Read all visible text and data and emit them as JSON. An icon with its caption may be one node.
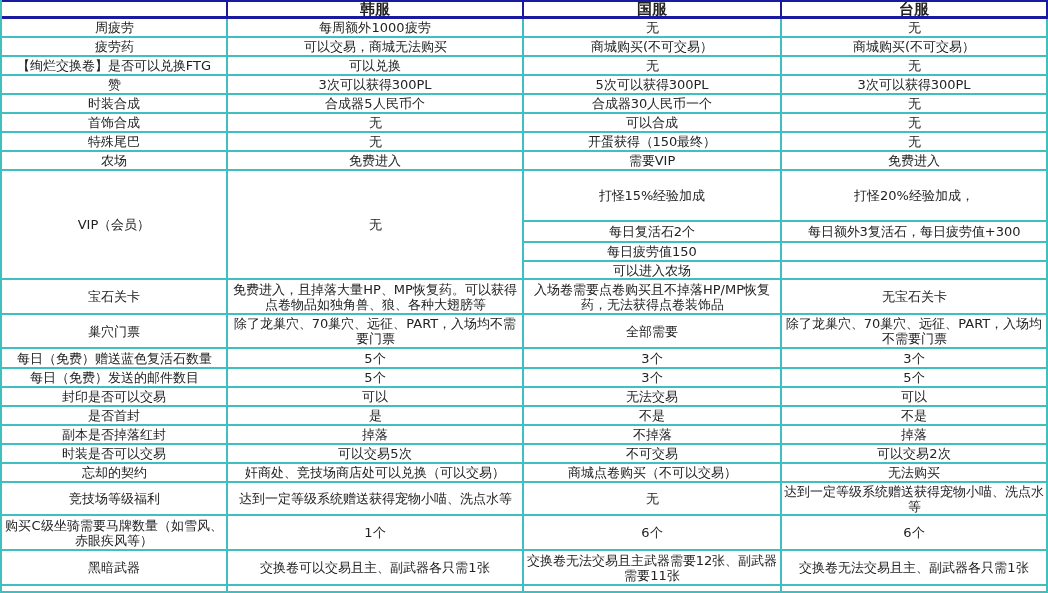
{
  "diagram": {
    "labels": [
      "韩服",
      "国服",
      "台服",
      "周疲劳",
      "每周额外1000疲劳",
      "无",
      "无",
      "疲劳药",
      "可以交易，商城无法购买",
      "商城购买(不可交易）",
      "商城购买(不可交易）",
      "【绚烂交换卷】是否可以兑换FTG",
      "可以兑换",
      "无",
      "无",
      "赞",
      "3次可以获得300PL",
      "5次可以获得300PL",
      "3次可以获得300PL",
      "时装合成",
      "合成器5人民币个",
      "合成器30人民币一个",
      "无",
      "首饰合成",
      "无",
      "可以合成",
      "无",
      "特殊尾巴",
      "无",
      "开蛋获得（150最终）",
      "无",
      "农场",
      "免费进入",
      "需要VIP",
      "免费进入",
      "VIP（会员）",
      "无",
      "打怪15%经验加成",
      "打怪20%经验加成，",
      "每日复活石2个",
      "每日额外3复活石，每日疲劳值+300",
      "每日疲劳值150",
      "可以进入农场",
      "宝石关卡",
      "免费进入，且掉落大量HP、MP恢复药。可以获得点卷物品如独角兽、狼、各种大翅膀等",
      "入场卷需要点卷购买且不掉落HP/MP恢复药，无法获得点卷装饰品",
      "无宝石关卡",
      "巢穴门票",
      "除了龙巢穴、70巢穴、远征、PART，入场均不需要门票",
      "全部需要",
      "除了龙巢穴、70巢穴、远征、PART，入场均不需要门票",
      "每日（免费）赠送蓝色复活石数量",
      "5个",
      "3个",
      "3个",
      "每日（免费）发送的邮件数目",
      "5个",
      "3个",
      "5个",
      "封印是否可以交易",
      "可以",
      "无法交易",
      "可以",
      "是否首封",
      "是",
      "不是",
      "不是",
      "副本是否掉落红封",
      "掉落",
      "不掉落",
      "掉落",
      "时装是否可以交易",
      "可以交易5次",
      "不可交易",
      "可以交易2次",
      "忘却的契约",
      "奸商处、竞技场商店处可以兑换（可以交易）",
      "商城点卷购买（不可以交易）",
      "无法购买",
      "竞技场等级福利",
      "达到一定等级系统赠送获得宠物小喵、洗点水等",
      "无",
      "达到一定等级系统赠送获得宠物小喵、洗点水等",
      "购买C级坐骑需要马牌数量（如雪风、赤眼疾风等）",
      "1个",
      "6个",
      "6个",
      "黑暗武器",
      "交换卷可以交易且主、副武器各只需1张",
      "交换卷无法交易且主武器需要12张、副武器需要11张",
      "交换卷无法交易且主、副武器各只需1张"
    ]
  }
}
